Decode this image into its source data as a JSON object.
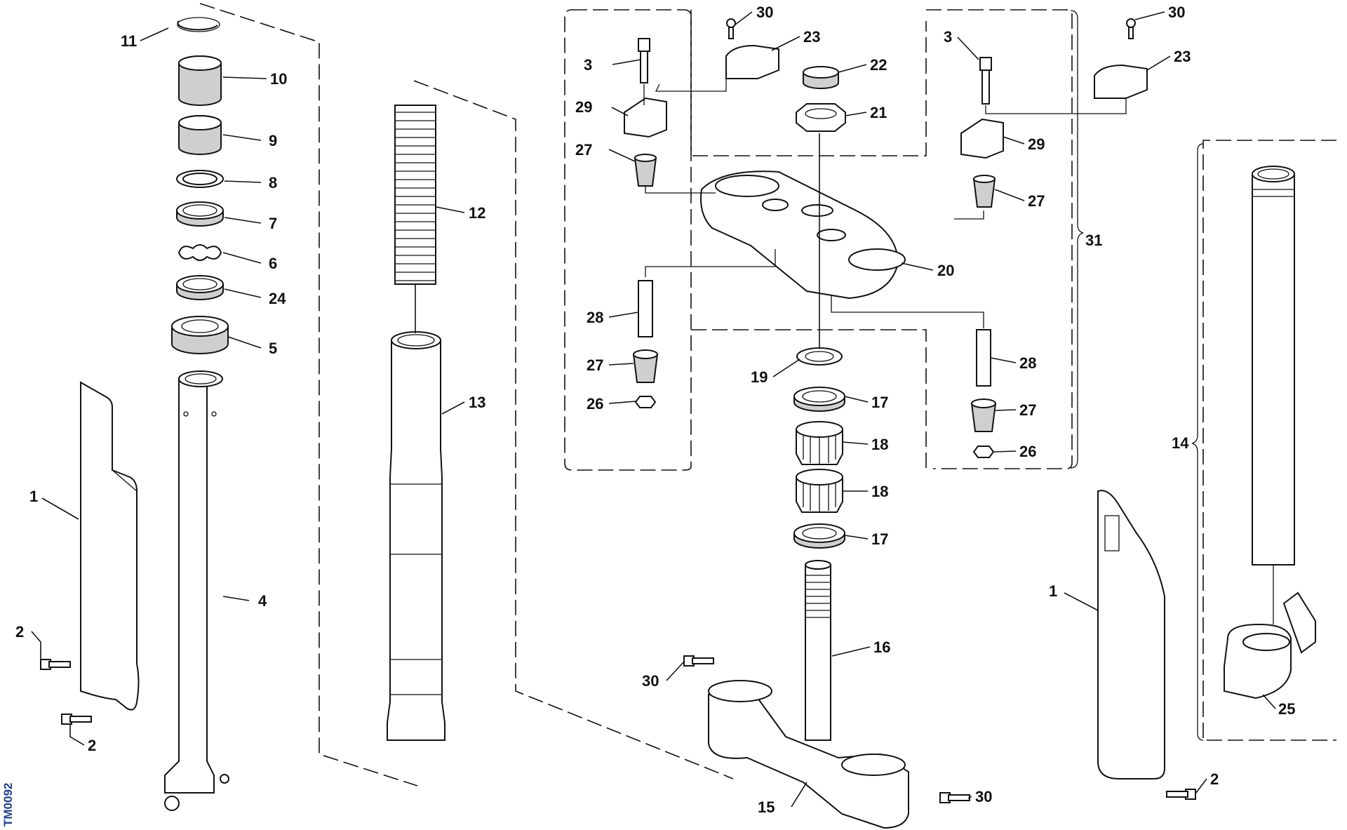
{
  "drawing_code": "TM0092",
  "labels": {
    "l1a": "1",
    "l1b": "1",
    "l2a": "2",
    "l2b": "2",
    "l2c": "2",
    "l3a": "3",
    "l3b": "3",
    "l4": "4",
    "l5": "5",
    "l6": "6",
    "l7": "7",
    "l8": "8",
    "l9": "9",
    "l10": "10",
    "l11": "11",
    "l12": "12",
    "l13": "13",
    "l14": "14",
    "l15": "15",
    "l16": "16",
    "l17a": "17",
    "l17b": "17",
    "l18a": "18",
    "l18b": "18",
    "l19": "19",
    "l20": "20",
    "l21": "21",
    "l22": "22",
    "l23a": "23",
    "l23b": "23",
    "l24": "24",
    "l25": "25",
    "l26a": "26",
    "l26b": "26",
    "l27a": "27",
    "l27b": "27",
    "l27c": "27",
    "l27d": "27",
    "l28a": "28",
    "l28b": "28",
    "l29a": "29",
    "l29b": "29",
    "l30a": "30",
    "l30b": "30",
    "l30c": "30",
    "l30d": "30",
    "l31": "31"
  }
}
